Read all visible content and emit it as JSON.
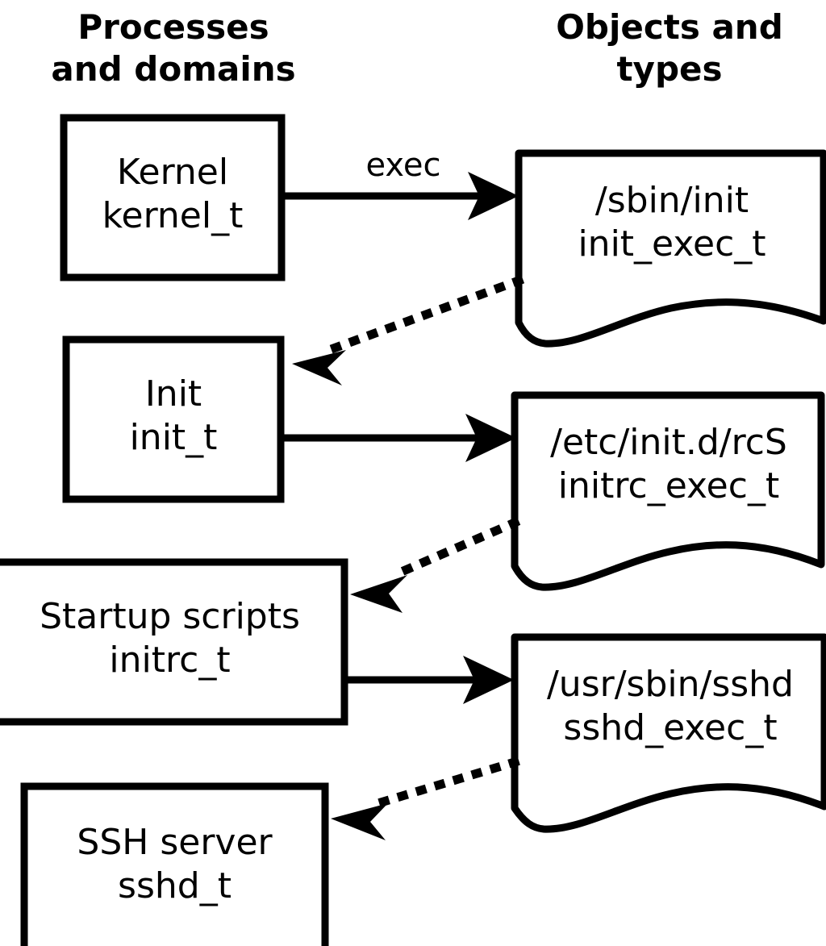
{
  "diagram": {
    "title_columns": [
      {
        "id": "processes-and-domains",
        "text": "Processes\nand domains"
      },
      {
        "id": "objects-and-types",
        "text": "Objects and\ntypes"
      }
    ],
    "stroke_color": "#000000",
    "fill_color": "#ffffff",
    "process_nodes": [
      {
        "id": "kernel",
        "text": "Kernel\nkernel_t"
      },
      {
        "id": "init",
        "text": "Init\ninit_t"
      },
      {
        "id": "startup-scripts",
        "text": "Startup scripts\ninitrc_t"
      },
      {
        "id": "ssh-server",
        "text": "SSH server\nsshd_t"
      }
    ],
    "object_nodes": [
      {
        "id": "sbin-init",
        "text": "/sbin/init\ninit_exec_t"
      },
      {
        "id": "etc-initd-rcs",
        "text": "/etc/init.d/rcS\ninitrc_exec_t"
      },
      {
        "id": "usr-sbin-sshd",
        "text": "/usr/sbin/sshd\nsshd_exec_t"
      }
    ],
    "edges": [
      {
        "id": "kernel-to-sbin-init",
        "style": "solid",
        "label": "exec"
      },
      {
        "id": "sbin-init-to-init",
        "style": "dotted",
        "label": ""
      },
      {
        "id": "init-to-etc-initd-rcs",
        "style": "solid",
        "label": ""
      },
      {
        "id": "etc-initd-rcs-to-startup-scripts",
        "style": "dotted",
        "label": ""
      },
      {
        "id": "startup-scripts-to-usr-sbin-sshd",
        "style": "solid",
        "label": ""
      },
      {
        "id": "usr-sbin-sshd-to-ssh-server",
        "style": "dotted",
        "label": ""
      }
    ]
  }
}
